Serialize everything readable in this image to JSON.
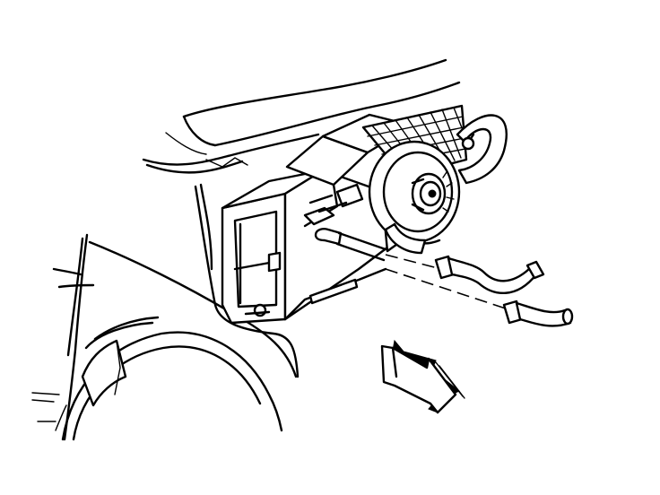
{
  "figure": {
    "background_color": "#ffffff",
    "line_color": "#000000",
    "parts": [
      "windshield-cowl",
      "fender",
      "wheel-well",
      "heater-core-case",
      "blower-motor",
      "blower-wheel",
      "heater-hoses",
      "direction-arrow"
    ],
    "arrow_direction": "down-right"
  }
}
